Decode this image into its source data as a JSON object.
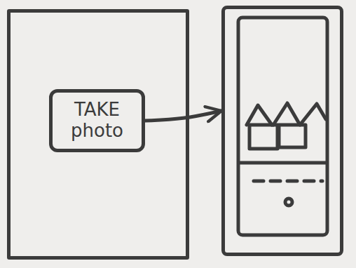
{
  "diagram": {
    "nodes": [
      {
        "text": []
      },
      {
        "text": [
          "TAKE photo"
        ],
        "in": 0
      },
      {
        "text": []
      }
    ],
    "edges": [
      {
        "from": 1,
        "to": 2,
        "arrow": "to"
      }
    ]
  }
}
